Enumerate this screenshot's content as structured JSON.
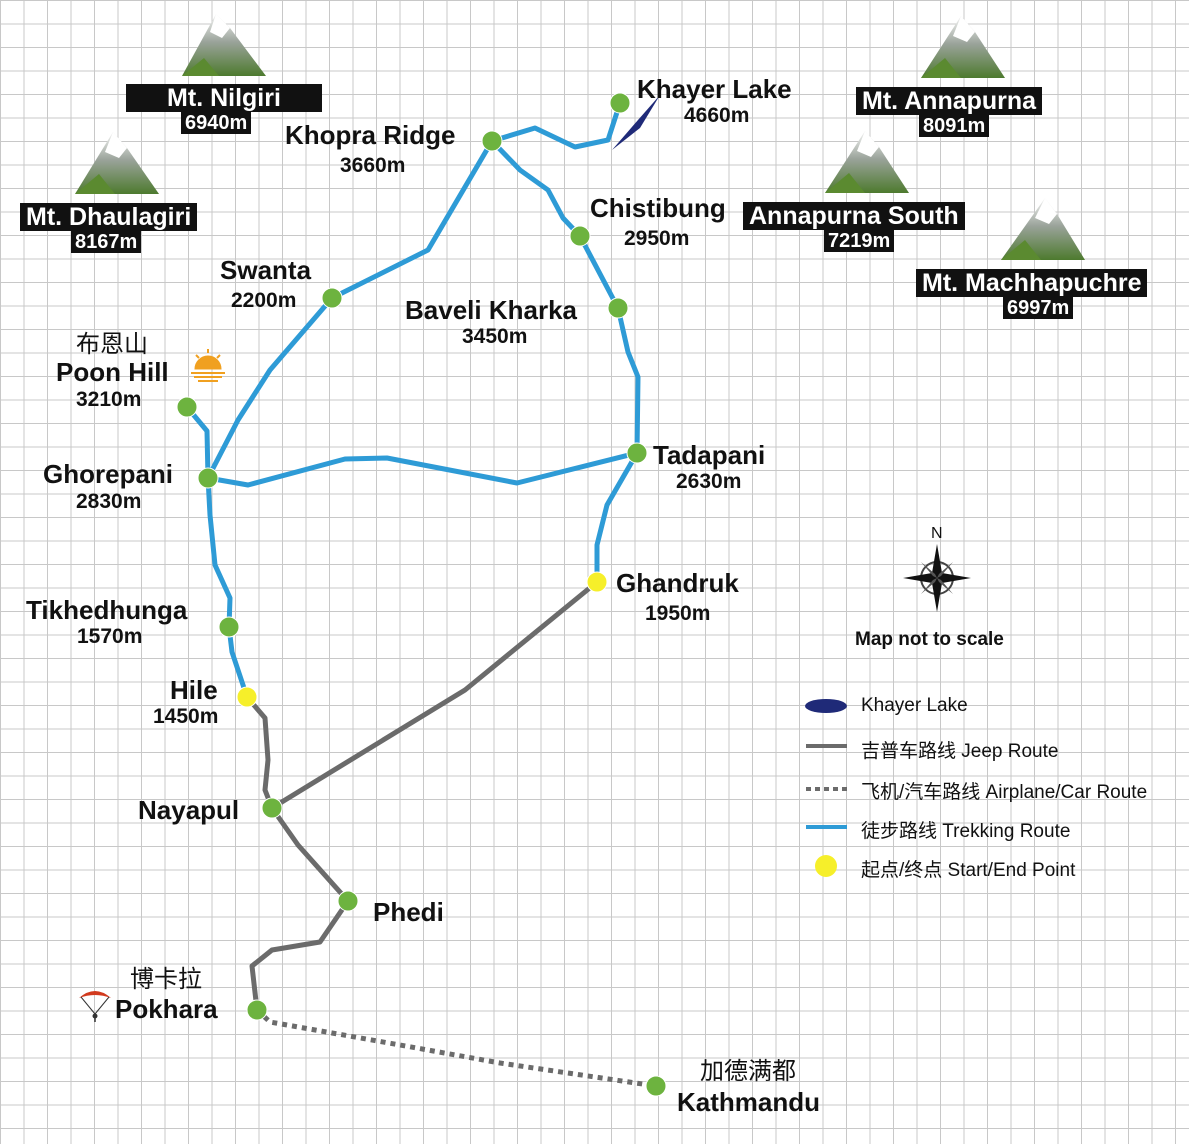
{
  "mountains": [
    {
      "id": "nilgiri",
      "name": "Mt. Nilgiri",
      "elev": "6940m"
    },
    {
      "id": "dhaulagiri",
      "name": "Mt. Dhaulagiri",
      "elev": "8167m"
    },
    {
      "id": "annapurna",
      "name": "Mt. Annapurna",
      "elev": "8091m"
    },
    {
      "id": "annapurna-south",
      "name": "Annapurna South",
      "elev": "7219m"
    },
    {
      "id": "machhapuchre",
      "name": "Mt. Machhapuchre",
      "elev": "6997m"
    }
  ],
  "places": {
    "khayer_lake": {
      "name": "Khayer Lake",
      "elev": "4660m"
    },
    "khopra_ridge": {
      "name": "Khopra Ridge",
      "elev": "3660m"
    },
    "chistibung": {
      "name": "Chistibung",
      "elev": "2950m"
    },
    "swanta": {
      "name": "Swanta",
      "elev": "2200m"
    },
    "baveli_kharka": {
      "name": "Baveli Kharka",
      "elev": "3450m"
    },
    "poon_hill": {
      "name_cn": "布恩山",
      "name": "Poon Hill",
      "elev": "3210m"
    },
    "ghorepani": {
      "name": "Ghorepani",
      "elev": "2830m"
    },
    "tadapani": {
      "name": "Tadapani",
      "elev": "2630m"
    },
    "ghandruk": {
      "name": "Ghandruk",
      "elev": "1950m"
    },
    "tikhedhunga": {
      "name": "Tikhedhunga",
      "elev": "1570m"
    },
    "hile": {
      "name": "Hile",
      "elev": "1450m"
    },
    "nayapul": {
      "name": "Nayapul"
    },
    "phedi": {
      "name": "Phedi"
    },
    "pokhara": {
      "name_cn": "博卡拉",
      "name": "Pokhara"
    },
    "kathmandu": {
      "name_cn": "加德满都",
      "name": "Kathmandu"
    }
  },
  "compass": {
    "north": "N",
    "note": "Map not to scale"
  },
  "legend": [
    {
      "key": "lake",
      "label": "Khayer Lake"
    },
    {
      "key": "jeep",
      "label": "吉普车路线 Jeep Route"
    },
    {
      "key": "air",
      "label": "飞机/汽车路线 Airplane/Car Route"
    },
    {
      "key": "trek",
      "label": "徒步路线 Trekking Route"
    },
    {
      "key": "start",
      "label": "起点/终点 Start/End Point"
    }
  ],
  "colors": {
    "trek": "#2e9bd6",
    "jeep": "#6b6b6b",
    "air": "#6b6b6b",
    "node": "#6db33f",
    "start": "#f6ef2a",
    "lake": "#1f2a78",
    "sun": "#f0a020"
  }
}
